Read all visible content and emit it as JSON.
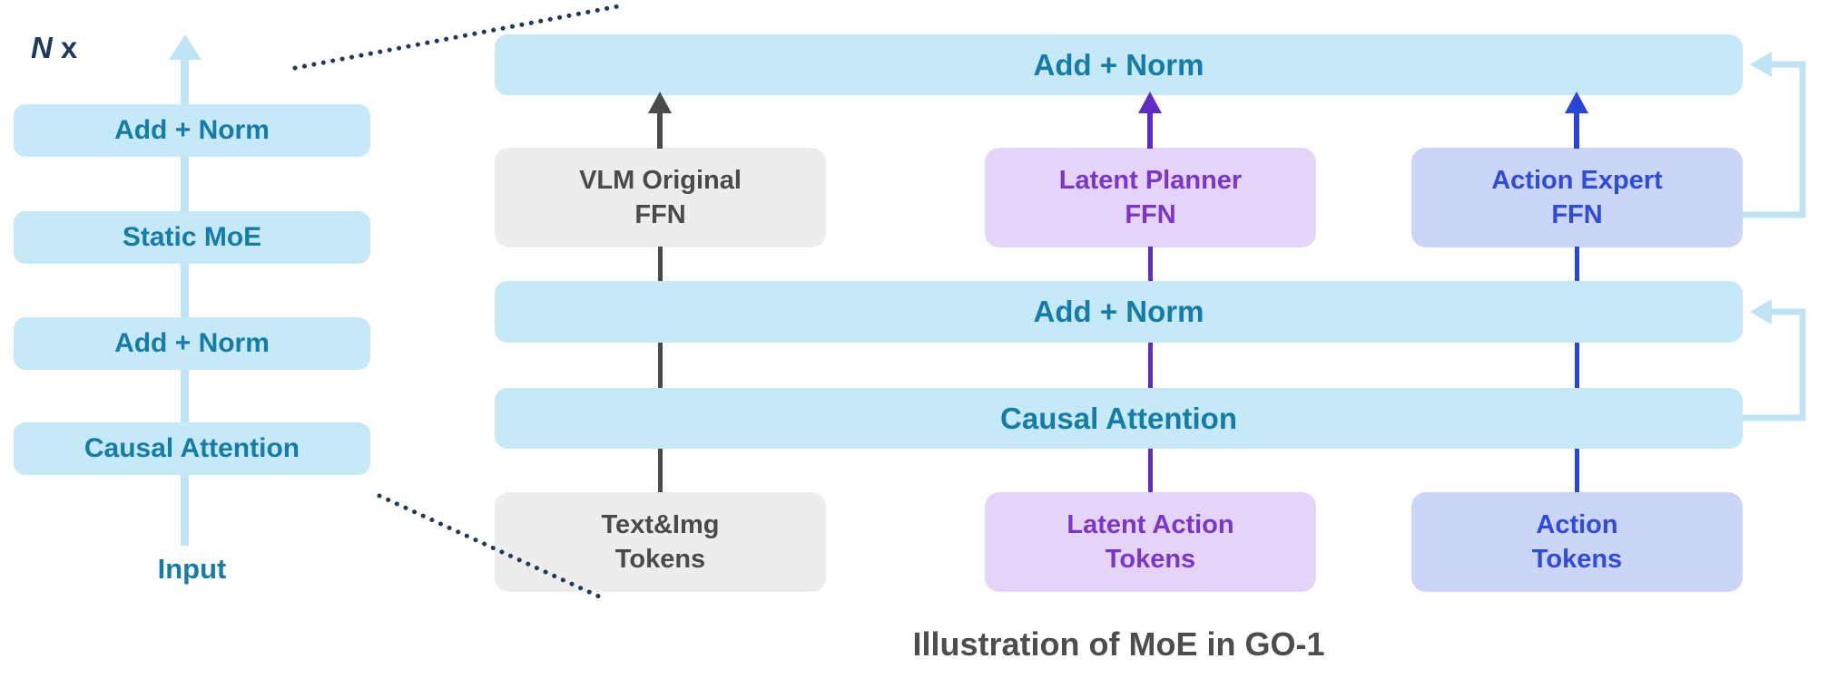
{
  "colors": {
    "light_blue": "#C6E9F8",
    "teal_text": "#147CA6",
    "navy": "#1B3A5C",
    "gray_box": "#EDEDED",
    "gray_text": "#4A4A4A",
    "purple_box": "#E4D4F7",
    "purple_text": "#7C35CC",
    "purple_arrow": "#5E2BC4",
    "blue_box": "#CBD5F8",
    "blue_text": "#2E4BDC",
    "blue_arrow": "#2945D8",
    "residual_blue": "#BEE4F6",
    "caption_gray": "#4D4D4D"
  },
  "left_stack": {
    "repeat_label_italic": "N",
    "repeat_label_rest": "x",
    "blocks": [
      {
        "label": "Add + Norm"
      },
      {
        "label": "Static MoE"
      },
      {
        "label": "Add + Norm"
      },
      {
        "label": "Causal Attention"
      }
    ],
    "input_label": "Input"
  },
  "right_diagram": {
    "top_bar_label": "Add + Norm",
    "mid_bar_label": "Add + Norm",
    "attention_bar_label": "Causal Attention",
    "experts": [
      {
        "label": "VLM Original\nFFN",
        "theme": "gray"
      },
      {
        "label": "Latent Planner\nFFN",
        "theme": "purple"
      },
      {
        "label": "Action Expert\nFFN",
        "theme": "blue"
      }
    ],
    "tokens": [
      {
        "label": "Text&Img\nTokens",
        "theme": "gray"
      },
      {
        "label": "Latent Action\nTokens",
        "theme": "purple"
      },
      {
        "label": "Action\nTokens",
        "theme": "blue"
      }
    ]
  },
  "caption": "Illustration of MoE in GO-1"
}
